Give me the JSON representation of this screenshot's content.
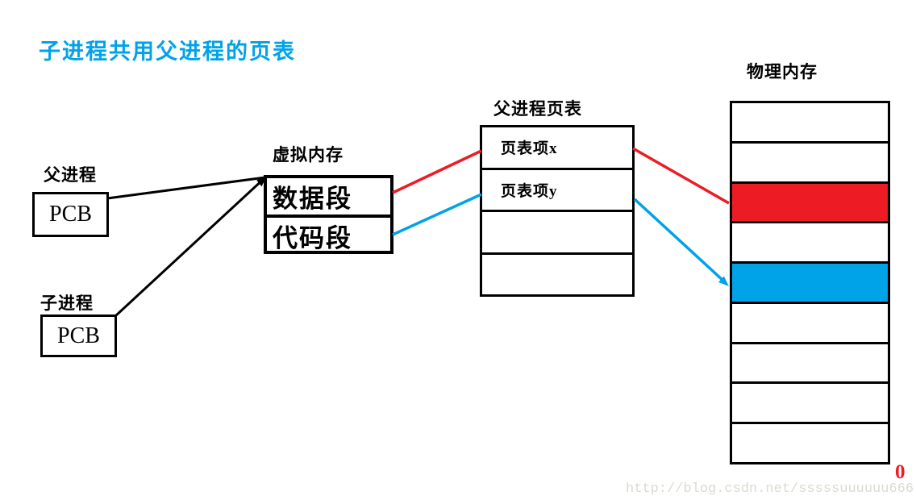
{
  "title": {
    "text": "子进程共用父进程的页表"
  },
  "colors": {
    "azure_blue": "#00A2E8",
    "red": "#ED1C24",
    "line_black": "#000000",
    "watermark_gray": "#DBDBD3"
  },
  "parent_process": {
    "label": "父进程",
    "pcb": "PCB"
  },
  "child_process": {
    "label": "子进程",
    "pcb": "PCB"
  },
  "virtual_memory": {
    "label": "虚拟内存",
    "segments": [
      "数据段",
      "代码段"
    ]
  },
  "page_table": {
    "label": "父进程页表",
    "rows": [
      "页表项x",
      "页表项y",
      "",
      ""
    ]
  },
  "physical_memory": {
    "label": "物理内存",
    "rows": [
      {
        "fill": "none"
      },
      {
        "fill": "none"
      },
      {
        "fill": "red"
      },
      {
        "fill": "none"
      },
      {
        "fill": "azure_blue"
      },
      {
        "fill": "none"
      },
      {
        "fill": "none"
      },
      {
        "fill": "none"
      },
      {
        "fill": "none"
      }
    ],
    "origin_label": "0"
  },
  "watermark": {
    "text": "http://blog.csdn.net/sssssuuuuuu666"
  }
}
